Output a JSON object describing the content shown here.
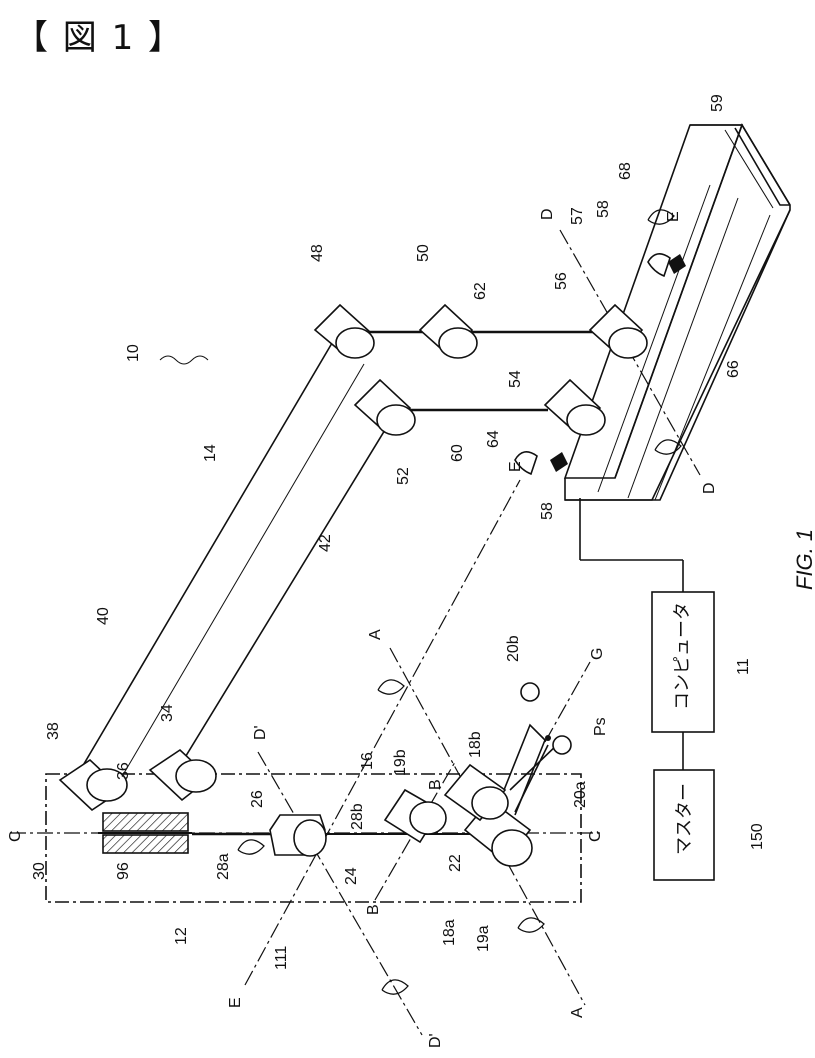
{
  "page": {
    "heading": "【 図 1 】"
  },
  "figure": {
    "caption": "FIG. 1",
    "boxes": {
      "computer": "コンピュータ",
      "master": "マスター"
    },
    "labels": {
      "l10": "10",
      "l11": "11",
      "l12": "12",
      "l14": "14",
      "l16": "16",
      "l18a": "18a",
      "l18b": "18b",
      "l19a": "19a",
      "l19b": "19b",
      "l20a": "20a",
      "l20b": "20b",
      "l22": "22",
      "l24": "24",
      "l26": "26",
      "l28a": "28a",
      "l28b": "28b",
      "l30": "30",
      "l34": "34",
      "l36": "36",
      "l38": "38",
      "l40": "40",
      "l42": "42",
      "l48": "48",
      "l50": "50",
      "l52": "52",
      "l54": "54",
      "l56": "56",
      "l57": "57",
      "l58a": "58",
      "l58b": "58",
      "l59": "59",
      "l60": "60",
      "l62": "62",
      "l64": "64",
      "l66": "66",
      "l68": "68",
      "l96": "96",
      "l111": "111",
      "l150": "150",
      "A1": "A",
      "A2": "A",
      "B1": "B",
      "B2": "B",
      "C1": "C",
      "C2": "C",
      "D1": "D",
      "D2": "D",
      "Dp1": "D'",
      "Dp2": "D'",
      "E1": "E",
      "E2": "E",
      "E3": "E",
      "G": "G",
      "Ps": "Ps"
    }
  }
}
